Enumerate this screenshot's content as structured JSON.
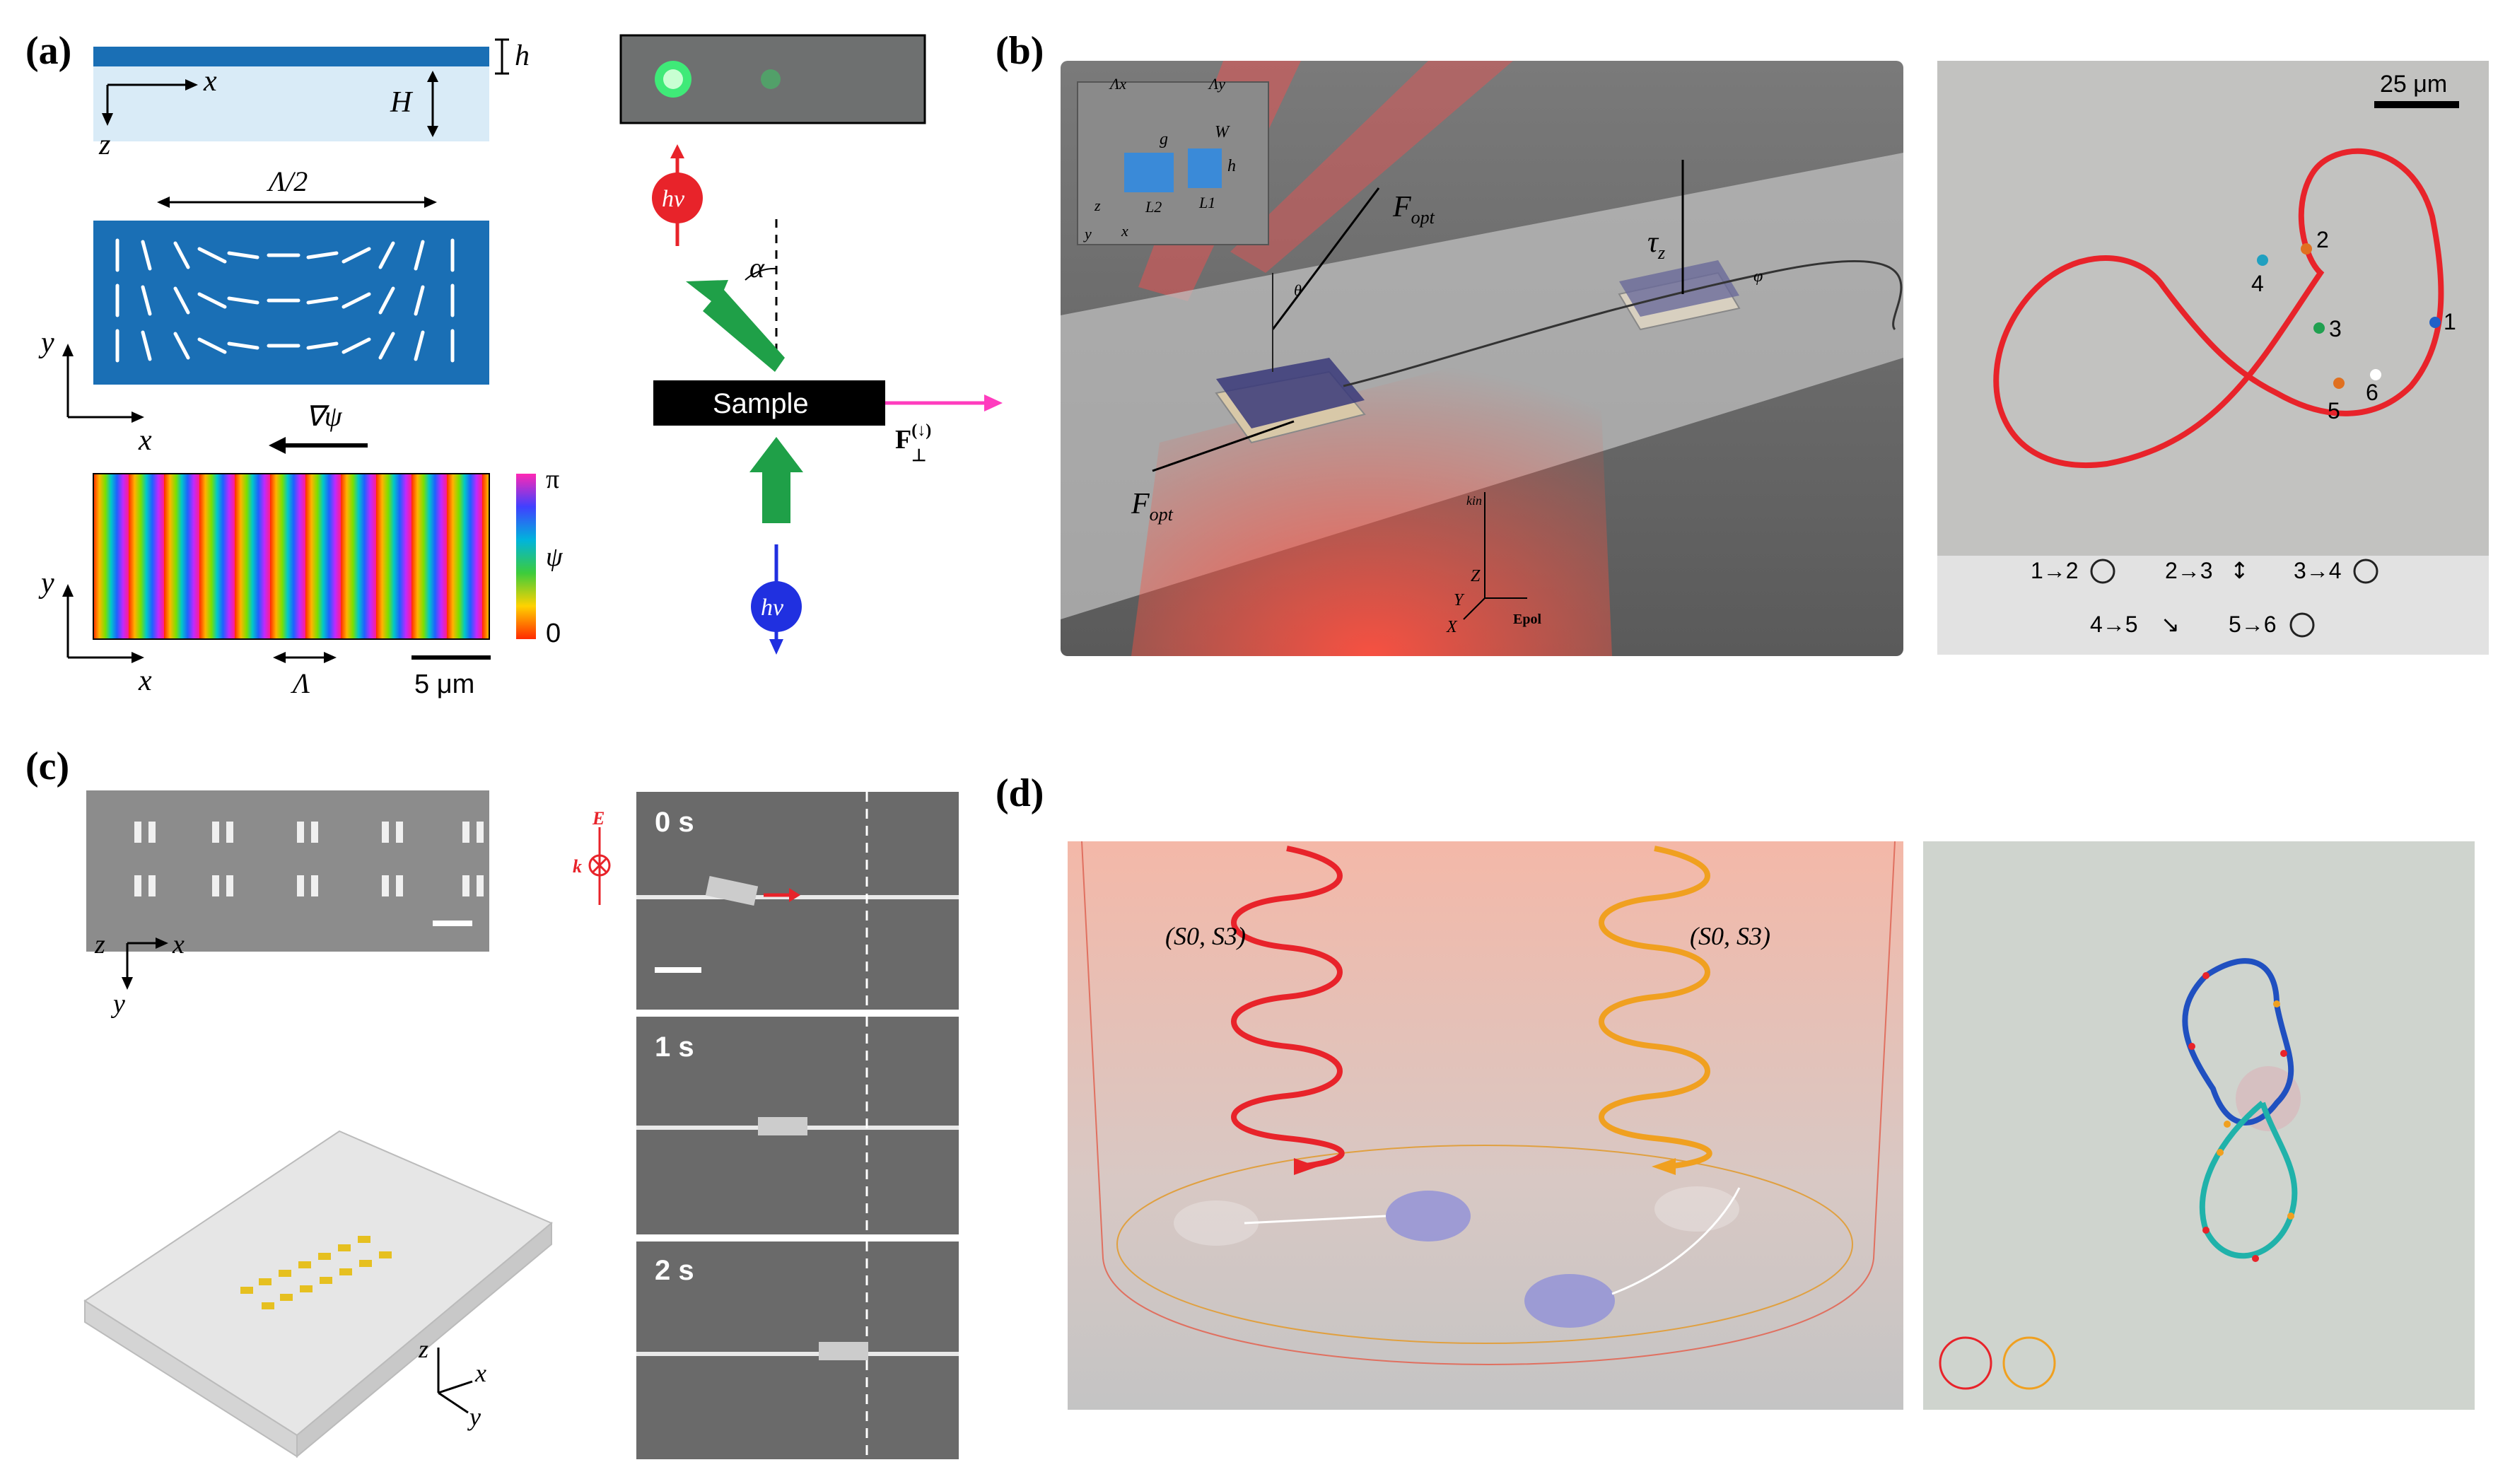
{
  "panel_labels": {
    "a": "(a)",
    "b": "(b)",
    "c": "(c)",
    "d": "(d)"
  },
  "panel_a": {
    "h": "h",
    "H": "H",
    "x": "x",
    "y": "y",
    "z": "z",
    "lambda_half": "Λ/2",
    "lambda": "Λ",
    "grad_psi": "∇ψ",
    "cbar_pi": "π",
    "cbar_psi": "ψ",
    "cbar_zero": "0",
    "scale": "5 μm",
    "hv": "hν",
    "alpha": "α",
    "sample": "Sample",
    "force": "F",
    "force_sup": "(↓)",
    "force_sub": "⊥"
  },
  "panel_b": {
    "f_opt": "F",
    "f_opt_sub": "opt",
    "tau": "τ",
    "tau_sub": "z",
    "theta": "θ",
    "phi": "φ",
    "inset": {
      "lx": "Λx",
      "ly": "Λy",
      "g": "g",
      "w": "W",
      "h": "h",
      "l2": "L2",
      "l1": "L1",
      "z": "z",
      "x": "x",
      "y": "y"
    },
    "axes": {
      "kin": "kin",
      "z": "Z",
      "y": "Y",
      "x": "X",
      "epol": "Epol"
    },
    "scale": "25 μm",
    "points": [
      "1",
      "2",
      "3",
      "4",
      "5",
      "6"
    ],
    "legend": [
      "1→2",
      "2→3",
      "3→4",
      "4→5",
      "5→6"
    ]
  },
  "panel_c": {
    "z": "z",
    "x": "x",
    "y": "y",
    "e": "E",
    "k": "k",
    "times": [
      "0 s",
      "1 s",
      "2 s"
    ]
  },
  "panel_d": {
    "left_label": "(S0, S3)",
    "right_label": "(S0, S3)",
    "s0": "S",
    "s0_sub": "0",
    "s3": "S",
    "s3_sub": "3"
  },
  "colors": {
    "blue": "#1a6fb5",
    "red": "#e8232a",
    "orange": "#f0a020",
    "green": "#1fa048",
    "magenta": "#ff3cbe",
    "teal": "#20b2aa"
  }
}
